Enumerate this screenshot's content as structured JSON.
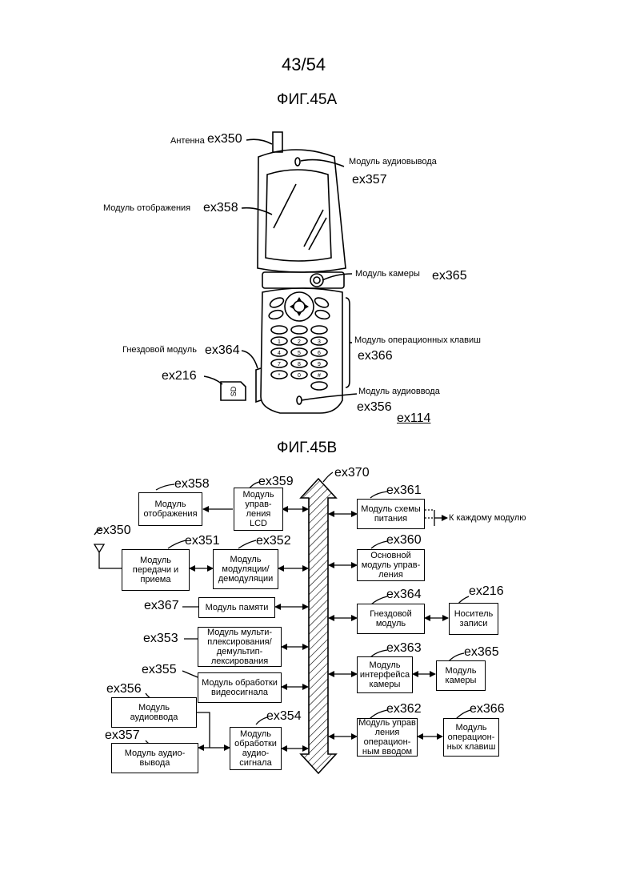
{
  "page": {
    "number": "43/54"
  },
  "fig_a": {
    "title": "ФИГ.45А",
    "labels": {
      "antenna": {
        "text": "Антенна",
        "ref": "ex350"
      },
      "audio_out": {
        "text": "Модуль аудиовывода",
        "ref": "ex357"
      },
      "display": {
        "text": "Модуль отображения",
        "ref": "ex358"
      },
      "camera": {
        "text": "Модуль камеры",
        "ref": "ex365"
      },
      "keys": {
        "text": "Модуль операционных клавиш",
        "ref": "ex366"
      },
      "slot": {
        "text": "Гнездовой модуль",
        "ref": "ex364"
      },
      "sd": {
        "ref": "ex216",
        "card_text": "SD"
      },
      "audio_in": {
        "text": "Модуль аудиоввода",
        "ref": "ex356"
      },
      "device": {
        "ref": "ex114"
      }
    },
    "keypad": [
      "1",
      "2",
      "3",
      "4",
      "5",
      "6",
      "7",
      "8",
      "9",
      "*",
      "0",
      "#"
    ]
  },
  "fig_b": {
    "title": "ФИГ.45В",
    "bus_ref": "ex370",
    "blocks": {
      "display": {
        "text": "Модуль\nотображения",
        "ref": "ex358"
      },
      "lcd": {
        "text": "Модуль\nуправ-\nления\nLCD",
        "ref": "ex359"
      },
      "antenna_ref": "ex350",
      "txrx": {
        "text": "Модуль\nпередачи и\nприема",
        "ref": "ex351"
      },
      "modem": {
        "text": "Модуль\nмодуляции/\nдемодуляции",
        "ref": "ex352"
      },
      "memory": {
        "text": "Модуль памяти",
        "ref": "ex367"
      },
      "mux": {
        "text": "Модуль мульти-\nплексирования/\nдемультип-\nлексирования",
        "ref": "ex353"
      },
      "video": {
        "text": "Модуль обработки\nвидеосигнала",
        "ref": "ex355"
      },
      "audio_in": {
        "text": "Модуль\nаудиоввода",
        "ref": "ex356"
      },
      "audio_out": {
        "text": "Модуль аудио-\nвывода",
        "ref": "ex357"
      },
      "audio_proc": {
        "text": "Модуль\nобработки\nаудио-\nсигнала",
        "ref": "ex354"
      },
      "power": {
        "text": "Модуль схемы\nпитания",
        "ref": "ex361"
      },
      "to_each": {
        "text": "К каждому модулю"
      },
      "main_ctrl": {
        "text": "Основной\nмодуль управ-\nления",
        "ref": "ex360"
      },
      "slot": {
        "text": "Гнездовой\nмодуль",
        "ref": "ex364"
      },
      "media": {
        "text": "Носитель\nзаписи",
        "ref": "ex216"
      },
      "cam_if": {
        "text": "Модуль\nинтерфейса\nкамеры",
        "ref": "ex363"
      },
      "camera": {
        "text": "Модуль\nкамеры",
        "ref": "ex365"
      },
      "input_ctrl": {
        "text": "Модуль управ\nления\nоперацион-\nным вводом",
        "ref": "ex362"
      },
      "keys": {
        "text": "Модуль\nоперацион-\nных клавиш",
        "ref": "ex366"
      }
    }
  }
}
